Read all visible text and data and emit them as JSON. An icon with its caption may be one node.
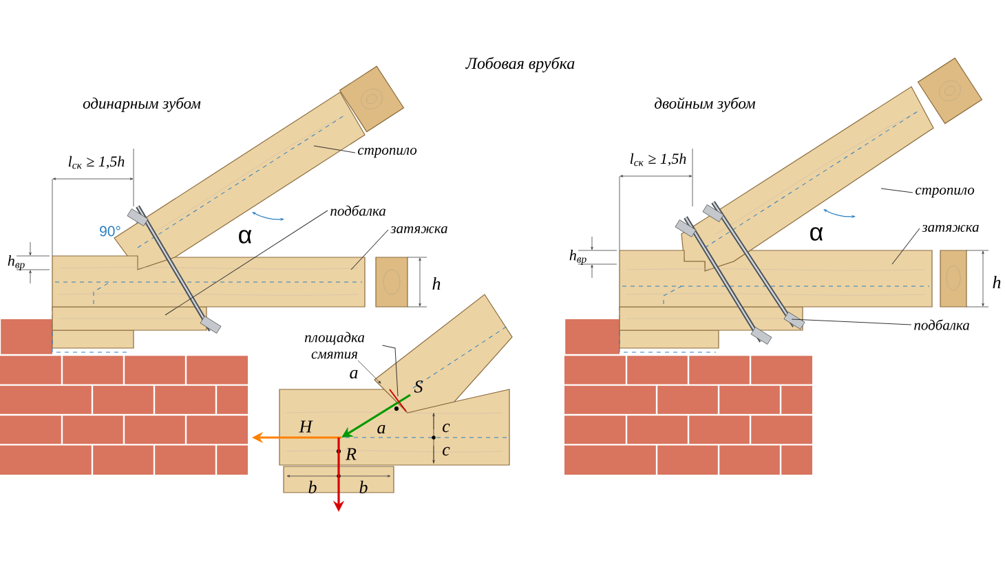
{
  "diagram": {
    "title": "Лобовая врубка",
    "nodes": [
      {
        "text": [
          "стропило"
        ]
      },
      {
        "text": [
          "подбалка"
        ]
      },
      {
        "text": [
          "затяжка"
        ]
      },
      {
        "text": [
          "площадка смятия"
        ]
      },
      {
        "text": [
          "стропило"
        ]
      },
      {
        "text": [
          "затяжка"
        ]
      },
      {
        "text": [
          "подбалка"
        ]
      },
      {
        "text": [],
        "shape": "box"
      },
      {
        "text": [],
        "shape": "box"
      },
      {
        "text": [],
        "shape": "bar"
      },
      {
        "text": [],
        "shape": "bar"
      },
      {
        "text": [],
        "shape": "bar"
      },
      {
        "text": [],
        "shape": "bar"
      },
      {
        "text": [],
        "shape": "bar"
      }
    ],
    "edges": [
      {
        "from": 0,
        "to": 9,
        "arrow": "none"
      },
      {
        "from": 1,
        "to": 7,
        "arrow": "none"
      },
      {
        "from": 2,
        "to": 10,
        "arrow": "none"
      },
      {
        "from": 3,
        "to": 11,
        "arrow": "none"
      },
      {
        "from": 4,
        "to": 12,
        "arrow": "none"
      },
      {
        "from": 5,
        "to": 13,
        "arrow": "none"
      },
      {
        "from": 6,
        "to": 8,
        "arrow": "none"
      }
    ],
    "labels": [
      "одинарным зубом",
      "двойным зубом",
      "l$_{ск}$ ≥ 1,5h",
      "90°",
      "h$_{вр}$",
      "α",
      "h",
      "l$_{ск}$ ≥ 1,5h",
      "h$_{вр}$",
      "α",
      "h",
      "a",
      "S",
      "a",
      "c",
      "H",
      "c",
      "R",
      "b",
      "b"
    ]
  }
}
